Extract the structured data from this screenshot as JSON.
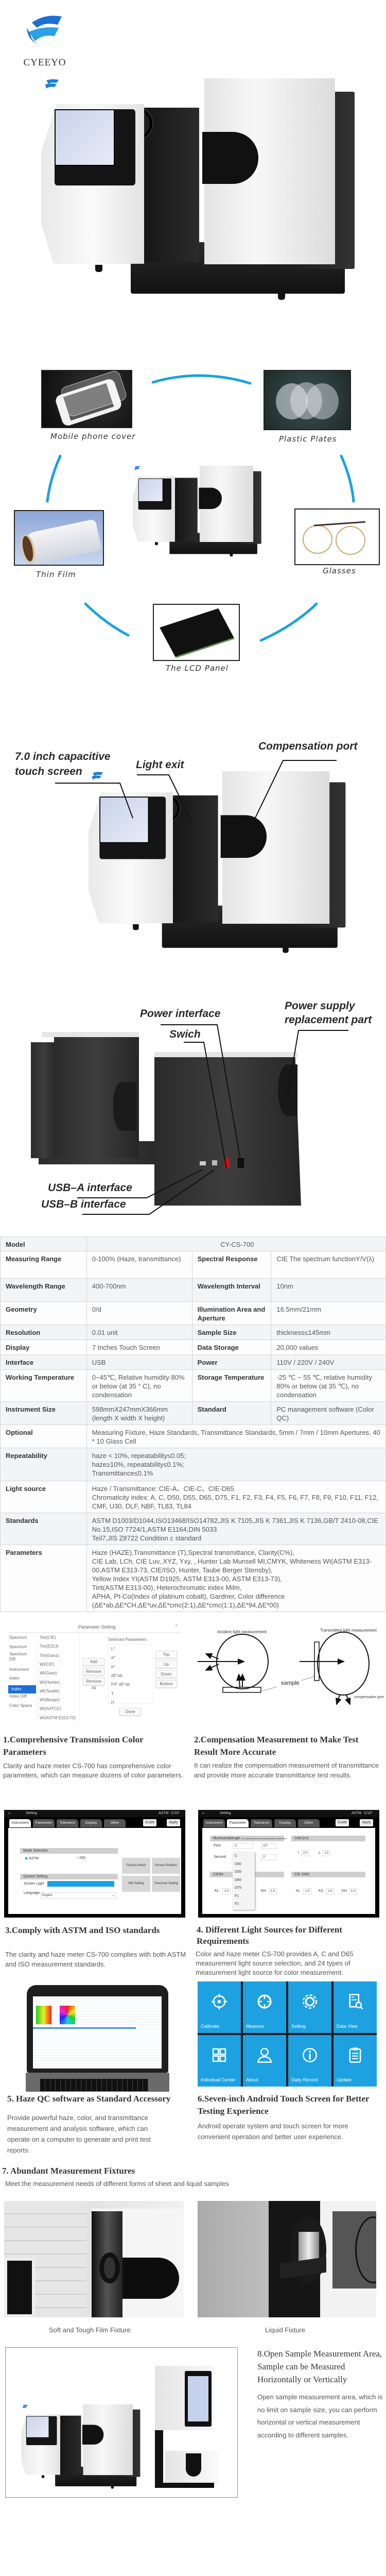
{
  "brand": {
    "logo_text": "CYEEYO",
    "accent_color": "#1a7fd4",
    "arc_color": "#1aa3dc"
  },
  "callouts_front": {
    "touch_screen": [
      "7.0 inch capacitive",
      "touch screen"
    ],
    "light_exit": "Light exit",
    "compensation_port": "Compensation port"
  },
  "callouts_back": {
    "power_interface": "Power interface",
    "switch": "Swich",
    "power_supply": [
      "Power supply",
      "replacement part"
    ],
    "usb_a": "USB–A interface",
    "usb_b": "USB–B interface"
  },
  "applications": [
    {
      "label": "Mobile phone cover"
    },
    {
      "label": "Plastic Plates"
    },
    {
      "label": "Thin Film"
    },
    {
      "label": "Glasses"
    },
    {
      "label": "The LCD Panel"
    }
  ],
  "spec_table": {
    "model_label": "Model",
    "model_value": "CY-CS-700",
    "rows4": [
      [
        "Measuring Range",
        "0-100% (Haze, transmittance)",
        "Spectral Response",
        "CIE The spectrum functionY/V(λ)"
      ],
      [
        "Wavelength Range",
        "400-700nm",
        "Wavelength Interval",
        "10nm"
      ],
      [
        "Geometry",
        "0/d",
        "Illumination Area and Aperture",
        "16.5mm/21mm"
      ],
      [
        "Resolution",
        "0.01 unit",
        "Sample Size",
        "thickness≤145mm"
      ],
      [
        "Display",
        "7 Inches Touch Screen",
        "Data Storage",
        "20,000 values"
      ],
      [
        "Interface",
        "USB",
        "Power",
        "110V / 220V / 240V"
      ],
      [
        "Working Temperature",
        "0~45℃, Relative humidity 80% or below (at 35 ° C), no condensation",
        "Storage Temperature",
        "-25 ℃ ~ 55 ℃, relative humidity 80% or below (at 35 ℃), no condensation"
      ],
      [
        "Instrument Size",
        "598mmX247mmX366mm (length X width X height)",
        "Standard",
        "PC management software (Color QC)"
      ]
    ],
    "rows2": [
      [
        "Optional",
        "Measuring Fixture, Haze Standards, Transmittance Standards, 5mm / 7mm / 10mm Apertures, 40 * 10 Glass Cell"
      ],
      [
        "Repeatability",
        "haze < 10%, repeatability≤0.05;\nhaze≥10%, repeatability≤0.1%;\nTransmittance≤0.1%"
      ],
      [
        "Light source",
        "Haze / Transmittance: CIE-A、CIE-C、CIE-D65\nChromaticity index: A, C, D50, D55, D65, D75, F1, F2, F3, F4, F5, F6, F7, F8, F9, F10, F11, F12, CMF, U30, DLF, NBF, TL83, TL84"
      ],
      [
        "Standards",
        "ASTM D1003/D1044,ISO13468/ISO14782,JIS K 7105,JIS K 7361,JIS K 7136,GB/T 2410-08,CIE No.15,ISO 7724/1,ASTM E1164,DIN 5033\nTeil7,JIS Z8722 Condition c standard"
      ],
      [
        "Parameters",
        "Haze (HAZE),Transmittance (T),Spectral transmittance, Clarity(C%),\nCIE Lab, LCh, CIE Luv, XYZ, Yxy, , Hunter Lab Munsell MI,CMYK, Whiteness WI(ASTM E313-00,ASTM E313-73, CIE/ISO, Hunter, Taube Berger Stensby),\nYellow Index YI(ASTM D1925, ASTM E313-00, ASTM E313-73),\nTint(ASTM E313-00), Heterochromatic index Milm,\nAPHA, Pt-Co(Index of platinum cobalt), Gardner, Color difference\n(ΔE*ab,ΔE*CH,ΔE*uv,ΔE*cmc(2:1),ΔE*cmc(1:1),ΔE*94,ΔE*00)"
      ]
    ]
  },
  "param_setting": {
    "title": "Parameter Setting",
    "close": "×",
    "categories": [
      "Spectrum",
      "Spectrum",
      "Spectrum Diff.",
      "Instrument",
      "Index",
      "Index",
      "Index Diff.",
      "Color Space"
    ],
    "selected_category_index": 5,
    "available": [
      "Tint(CIE)",
      "Tint(E313)",
      "Tint(Ganz)",
      "WI(CIE)",
      "WI(Ganz)",
      "WI(Hunter)",
      "WI(Tauble)",
      "WI(Berger)",
      "WI(AATCC)",
      "WI(ASTM E313-73)"
    ],
    "add": "Add",
    "remove": "Remove",
    "remove_all": "Remove All",
    "selected_label": "Selected Parameters",
    "selected": [
      "L*",
      "a*",
      "b*",
      "dE*ab",
      "P/F dE*ab",
      "T",
      "H"
    ],
    "order_buttons": [
      "Top",
      "Up",
      "Down",
      "Bottom"
    ],
    "done": "Done"
  },
  "diagram": {
    "incident": "Incident light measurement",
    "transmitted": "Transmitted light measurement",
    "sample": "sample",
    "compensation": "compensation port"
  },
  "features": [
    {
      "title": "1.Comprehensive Transmission Color Parameters",
      "body": "Clarity and haze meter CS-700 has comprehensive color parameters, which can measure dozens of color parameters."
    },
    {
      "title": "2.Compensation Measurement to Make Test Result More Accurate",
      "body": "It can realize the compensation measurement of transmittance and provide more accurate transmittance test results."
    },
    {
      "title": "3.Comply with ASTM and ISO standards",
      "body": "The clarity and haze meter CS-700 complies with both ASTM and ISO measurement standards."
    },
    {
      "title": "4. Different Light Sources for Different Requirements",
      "body": "Color and haze meter CS-700 provides A, C and D65 measurement light source selection, and 24 types of measurement light source for color measurement."
    },
    {
      "title": "5.  Haze QC software as Standard Accessory",
      "body": "Provide powerful haze, color, and transmittance measurement and analysis software, which can operate on a computer to generate and print test reports."
    },
    {
      "title": "6.Seven-inch Android Touch Screen for Better Testing Experience",
      "body": "Android operate system and touch screen for more convenient operation and better user experience."
    },
    {
      "title": "7.  Abundant Measurement Fixtures",
      "body": "Meet the measurement needs of different forms of sheet and liquid samples"
    },
    {
      "title": "8.Open Sample Measurement Area, Sample can be Measured Horizontally or Vertically",
      "body": "Open sample measurement area, which is no limit on sample size, you can perform horizontal or vertical measurement according to different samples."
    }
  ],
  "fixtures": [
    {
      "caption": "Soft and Tough Film Fixture"
    },
    {
      "caption": "Liquid Fixture"
    }
  ],
  "screen_instrument": {
    "title": "Setting",
    "standard": "ASTM",
    "illum": "C/10°",
    "tabs": [
      "Instrument",
      "Parameter",
      "Tolerance",
      "Display",
      "Other"
    ],
    "guide": "Guide",
    "apply": "Apply",
    "mode_title": "Mode Selection",
    "mode_options": [
      "ASTM",
      "ISO"
    ],
    "mode_selected": "ASTM",
    "system_title": "System Setting",
    "screen_light": "Screen Light",
    "language_label": "Language",
    "language_value": "English",
    "tiles": [
      "Factory Reset",
      "Screen Rotation",
      "Wifi Setting",
      "Timezone Setting"
    ]
  },
  "screen_parameter": {
    "title": "Setting",
    "standard": "ASTM",
    "illum": "C/10°",
    "tabs": [
      "Instrument",
      "Parameter",
      "Tolerance",
      "Display",
      "Other"
    ],
    "guide": "Guide",
    "apply": "Apply",
    "illuminant_title": "Illuminant&Angle",
    "illuminant_note": "(The second illuminant is for calculating the metamerism)",
    "first": "First",
    "second": "Second",
    "first_illum": "C",
    "first_angle": "10°",
    "second_angle": "2°",
    "dropdown_options": [
      "C",
      "D50",
      "D55",
      "D65",
      "D75",
      "F1",
      "F2"
    ],
    "cmc_title": "CMC(l:c)",
    "cmc_l_label": "l",
    "cmc_l": "2.0",
    "cmc_c_label": "c",
    "cmc_c": "1.0",
    "cie94_title": "CIE94",
    "cie94_kl_label": "KL",
    "cie94_kl": "1.0",
    "cie94_kh_label": "KH",
    "cie94_kh": "1.0",
    "cie2000_title": "CIE 2000",
    "cie2000_kl_label": "KL",
    "cie2000_kl": "1.0",
    "cie2000_kc_label": "KC",
    "cie2000_kc": "1.0",
    "cie2000_kh_label": "KH",
    "cie2000_kh": "1.0"
  },
  "android_tiles": [
    {
      "label": "Calibrate",
      "icon": "target-icon"
    },
    {
      "label": "Measure",
      "icon": "crosshair-icon"
    },
    {
      "label": "Setting",
      "icon": "gear-icon"
    },
    {
      "label": "Data View",
      "icon": "document-search-icon"
    },
    {
      "label": "Individual Center",
      "icon": "grid-icon"
    },
    {
      "label": "About",
      "icon": "person-icon"
    },
    {
      "label": "Daily Record",
      "icon": "info-icon"
    },
    {
      "label": "Update",
      "icon": "clipboard-icon"
    }
  ],
  "tile_color": "#1da1e0"
}
